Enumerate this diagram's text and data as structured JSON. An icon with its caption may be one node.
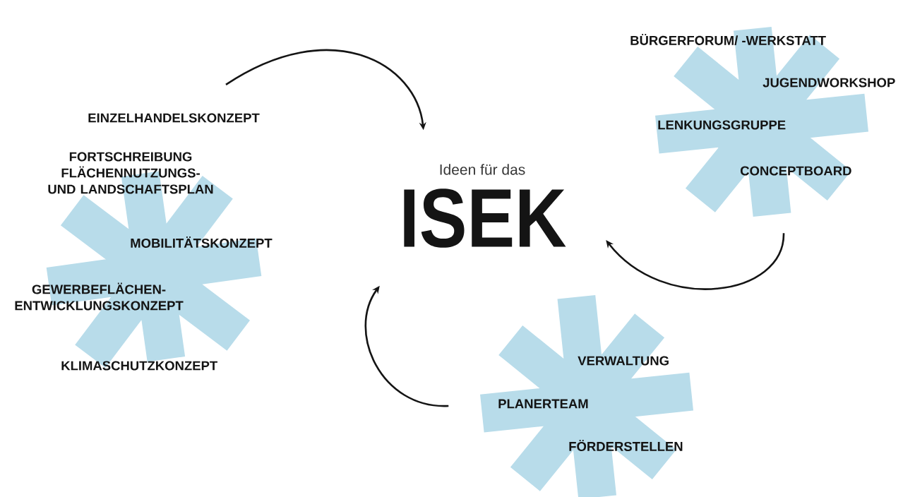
{
  "diagram": {
    "nodes": [
      {
        "text": [
          "EINZELHANDELSKONZEPT",
          "FORTSCHREIBUNG FLÄCHENNUTZUNGS- UND LANDSCHAFTSPLAN",
          "MOBILITÄTSKONZEPT",
          "GEWERBEFLÄCHEN- ENTWICKLUNGSKONZEPT",
          "KLIMASCHUTZKONZEPT"
        ]
      },
      {
        "text": [
          "Ideen für das",
          "ISEK"
        ]
      },
      {
        "text": [
          "BÜRGERFORUM/ -WERKSTATT",
          "JUGENDWORKSHOP",
          "LENKUNGSGRUPPE",
          "CONCEPTBOARD"
        ]
      },
      {
        "text": [
          "VERWALTUNG",
          "PLANERTEAM",
          "FÖRDERSTELLEN"
        ]
      }
    ],
    "edges": [
      {
        "from": 0,
        "to": 1,
        "arrow": "to"
      },
      {
        "from": 2,
        "to": 1,
        "arrow": "to"
      },
      {
        "from": 3,
        "to": 1,
        "arrow": "to"
      }
    ]
  }
}
